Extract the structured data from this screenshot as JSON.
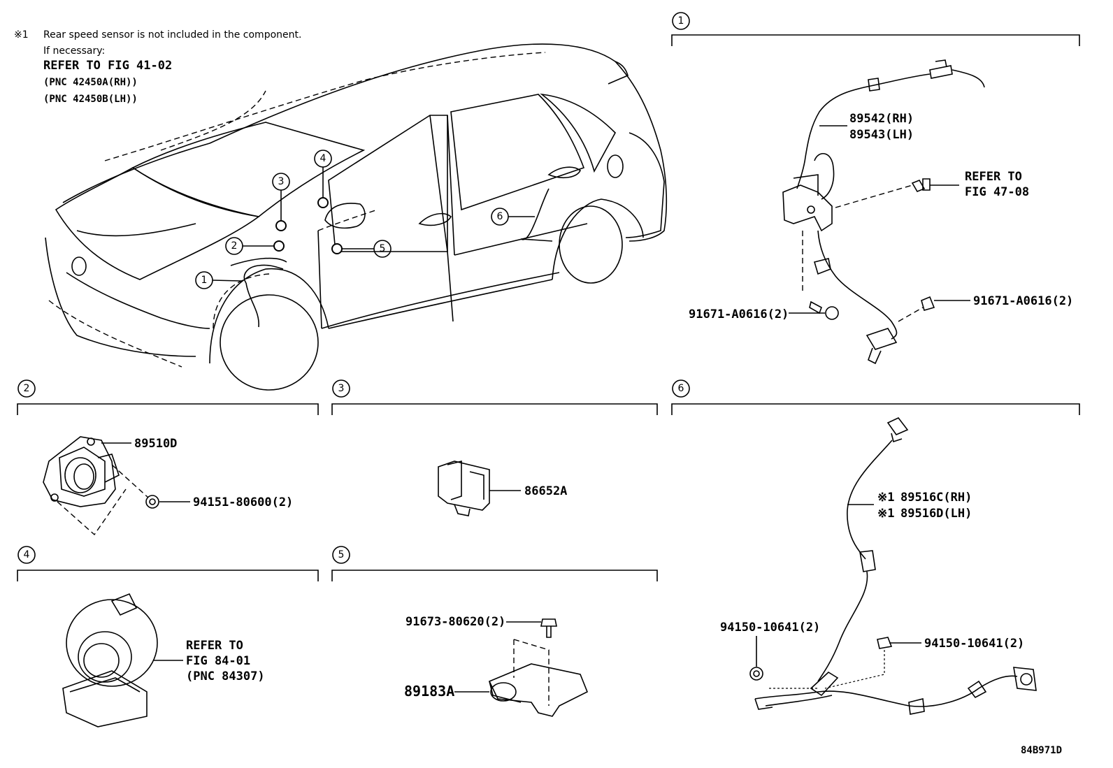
{
  "note": {
    "mark": "※1",
    "line1": "Rear speed sensor is not included in the component.",
    "line2": "If necessary:",
    "line3": "REFER TO FIG 41-02",
    "line4": "(PNC 42450A(RH))",
    "line5": "(PNC 42450B(LH))"
  },
  "callouts": {
    "c1": "1",
    "c2": "2",
    "c3": "3",
    "c4": "4",
    "c5": "5",
    "c6": "6"
  },
  "section1": {
    "num": "1",
    "part_rh": "89542(RH)",
    "part_lh": "89543(LH)",
    "refer_line1": "REFER TO",
    "refer_line2": "FIG 47-08",
    "bolt_left": "91671-A0616(2)",
    "bolt_right": "91671-A0616(2)"
  },
  "section2": {
    "num": "2",
    "part": "89510D",
    "nut": "94151-80600(2)"
  },
  "section3": {
    "num": "3",
    "part": "86652A"
  },
  "section4": {
    "num": "4",
    "refer_line1": "REFER TO",
    "refer_line2": "FIG 84-01",
    "refer_line3": "(PNC 84307)"
  },
  "section5": {
    "num": "5",
    "bolt": "91673-80620(2)",
    "part": "89183A"
  },
  "section6": {
    "num": "6",
    "mark": "※1",
    "part_rh": "89516C(RH)",
    "part_lh": "89516D(LH)",
    "clip_left": "94150-10641(2)",
    "clip_right": "94150-10641(2)"
  },
  "diagram_id": "84B971D"
}
